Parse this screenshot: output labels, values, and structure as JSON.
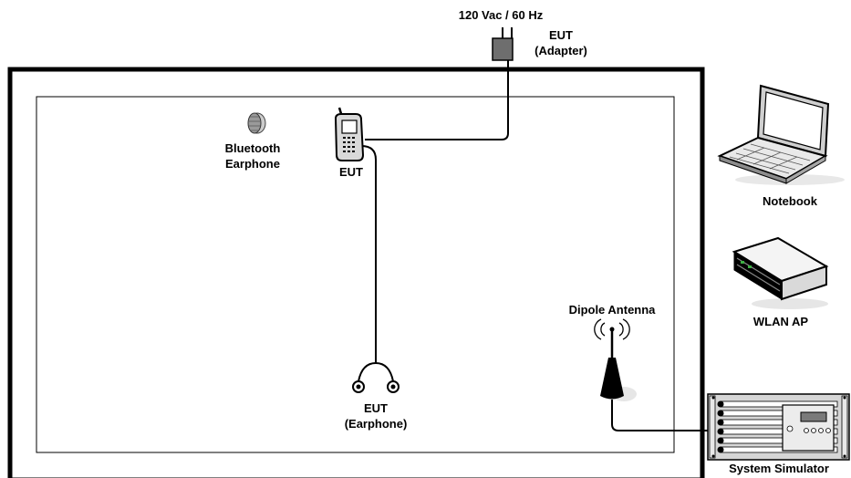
{
  "labels": {
    "power": "120 Vac / 60 Hz",
    "adapter_line1": "EUT",
    "adapter_line2": "(Adapter)",
    "bt_line1": "Bluetooth",
    "bt_line2": "Earphone",
    "eut_phone": "EUT",
    "earphone_line1": "EUT",
    "earphone_line2": "(Earphone)",
    "antenna": "Dipole Antenna",
    "notebook": "Notebook",
    "wlan_ap": "WLAN AP",
    "system_simulator": "System Simulator"
  },
  "icons": [
    "power-adapter-icon",
    "bluetooth-earphone-icon",
    "mobile-phone-icon",
    "wired-earphone-icon",
    "dipole-antenna-icon",
    "notebook-icon",
    "wlan-ap-icon",
    "system-simulator-icon"
  ]
}
